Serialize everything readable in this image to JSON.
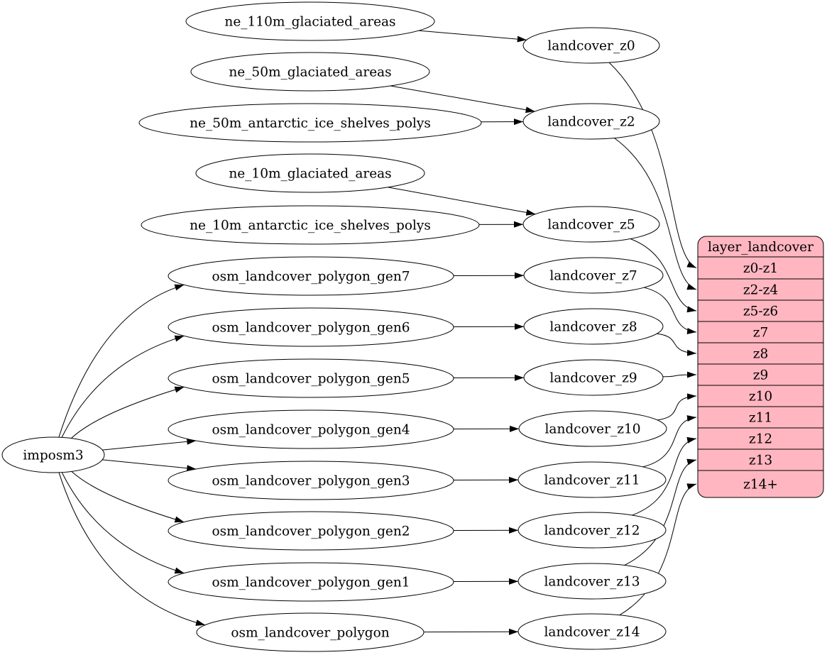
{
  "diagram": {
    "colors": {
      "background": "#ffffff",
      "node_fill": "#ffffff",
      "node_stroke": "#000000",
      "edge_color": "#000000",
      "table_fill": "#ffb6c1",
      "text_color": "#000000"
    },
    "nodes": [
      {
        "id": "imposm3",
        "label": "imposm3"
      },
      {
        "id": "ne_110m_glaciated_areas",
        "label": "ne_110m_glaciated_areas"
      },
      {
        "id": "ne_50m_glaciated_areas",
        "label": "ne_50m_glaciated_areas"
      },
      {
        "id": "ne_50m_antarctic_ice_shelves_polys",
        "label": "ne_50m_antarctic_ice_shelves_polys"
      },
      {
        "id": "ne_10m_glaciated_areas",
        "label": "ne_10m_glaciated_areas"
      },
      {
        "id": "ne_10m_antarctic_ice_shelves_polys",
        "label": "ne_10m_antarctic_ice_shelves_polys"
      },
      {
        "id": "osm_landcover_polygon_gen7",
        "label": "osm_landcover_polygon_gen7"
      },
      {
        "id": "osm_landcover_polygon_gen6",
        "label": "osm_landcover_polygon_gen6"
      },
      {
        "id": "osm_landcover_polygon_gen5",
        "label": "osm_landcover_polygon_gen5"
      },
      {
        "id": "osm_landcover_polygon_gen4",
        "label": "osm_landcover_polygon_gen4"
      },
      {
        "id": "osm_landcover_polygon_gen3",
        "label": "osm_landcover_polygon_gen3"
      },
      {
        "id": "osm_landcover_polygon_gen2",
        "label": "osm_landcover_polygon_gen2"
      },
      {
        "id": "osm_landcover_polygon_gen1",
        "label": "osm_landcover_polygon_gen1"
      },
      {
        "id": "osm_landcover_polygon",
        "label": "osm_landcover_polygon"
      },
      {
        "id": "landcover_z0",
        "label": "landcover_z0"
      },
      {
        "id": "landcover_z2",
        "label": "landcover_z2"
      },
      {
        "id": "landcover_z5",
        "label": "landcover_z5"
      },
      {
        "id": "landcover_z7",
        "label": "landcover_z7"
      },
      {
        "id": "landcover_z8",
        "label": "landcover_z8"
      },
      {
        "id": "landcover_z9",
        "label": "landcover_z9"
      },
      {
        "id": "landcover_z10",
        "label": "landcover_z10"
      },
      {
        "id": "landcover_z11",
        "label": "landcover_z11"
      },
      {
        "id": "landcover_z12",
        "label": "landcover_z12"
      },
      {
        "id": "landcover_z13",
        "label": "landcover_z13"
      },
      {
        "id": "landcover_z14",
        "label": "landcover_z14"
      }
    ],
    "edges": [
      {
        "from": "ne_110m_glaciated_areas",
        "to": "landcover_z0"
      },
      {
        "from": "ne_50m_glaciated_areas",
        "to": "landcover_z2"
      },
      {
        "from": "ne_50m_antarctic_ice_shelves_polys",
        "to": "landcover_z2"
      },
      {
        "from": "ne_10m_glaciated_areas",
        "to": "landcover_z5"
      },
      {
        "from": "ne_10m_antarctic_ice_shelves_polys",
        "to": "landcover_z5"
      },
      {
        "from": "imposm3",
        "to": "osm_landcover_polygon_gen7"
      },
      {
        "from": "imposm3",
        "to": "osm_landcover_polygon_gen6"
      },
      {
        "from": "imposm3",
        "to": "osm_landcover_polygon_gen5"
      },
      {
        "from": "imposm3",
        "to": "osm_landcover_polygon_gen4"
      },
      {
        "from": "imposm3",
        "to": "osm_landcover_polygon_gen3"
      },
      {
        "from": "imposm3",
        "to": "osm_landcover_polygon_gen2"
      },
      {
        "from": "imposm3",
        "to": "osm_landcover_polygon_gen1"
      },
      {
        "from": "imposm3",
        "to": "osm_landcover_polygon"
      },
      {
        "from": "osm_landcover_polygon_gen7",
        "to": "landcover_z7"
      },
      {
        "from": "osm_landcover_polygon_gen6",
        "to": "landcover_z8"
      },
      {
        "from": "osm_landcover_polygon_gen5",
        "to": "landcover_z9"
      },
      {
        "from": "osm_landcover_polygon_gen4",
        "to": "landcover_z10"
      },
      {
        "from": "osm_landcover_polygon_gen3",
        "to": "landcover_z11"
      },
      {
        "from": "osm_landcover_polygon_gen2",
        "to": "landcover_z12"
      },
      {
        "from": "osm_landcover_polygon_gen1",
        "to": "landcover_z13"
      },
      {
        "from": "osm_landcover_polygon",
        "to": "landcover_z14"
      },
      {
        "from": "landcover_z0",
        "to": "row:z0-z1"
      },
      {
        "from": "landcover_z2",
        "to": "row:z2-z4"
      },
      {
        "from": "landcover_z5",
        "to": "row:z5-z6"
      },
      {
        "from": "landcover_z7",
        "to": "row:z7"
      },
      {
        "from": "landcover_z8",
        "to": "row:z8"
      },
      {
        "from": "landcover_z9",
        "to": "row:z9"
      },
      {
        "from": "landcover_z10",
        "to": "row:z10"
      },
      {
        "from": "landcover_z11",
        "to": "row:z11"
      },
      {
        "from": "landcover_z12",
        "to": "row:z12"
      },
      {
        "from": "landcover_z13",
        "to": "row:z13"
      },
      {
        "from": "landcover_z14",
        "to": "row:z14+"
      }
    ],
    "table": {
      "title": "layer_landcover",
      "rows": [
        "z0-z1",
        "z2-z4",
        "z5-z6",
        "z7",
        "z8",
        "z9",
        "z10",
        "z11",
        "z12",
        "z13",
        "z14+"
      ]
    }
  }
}
